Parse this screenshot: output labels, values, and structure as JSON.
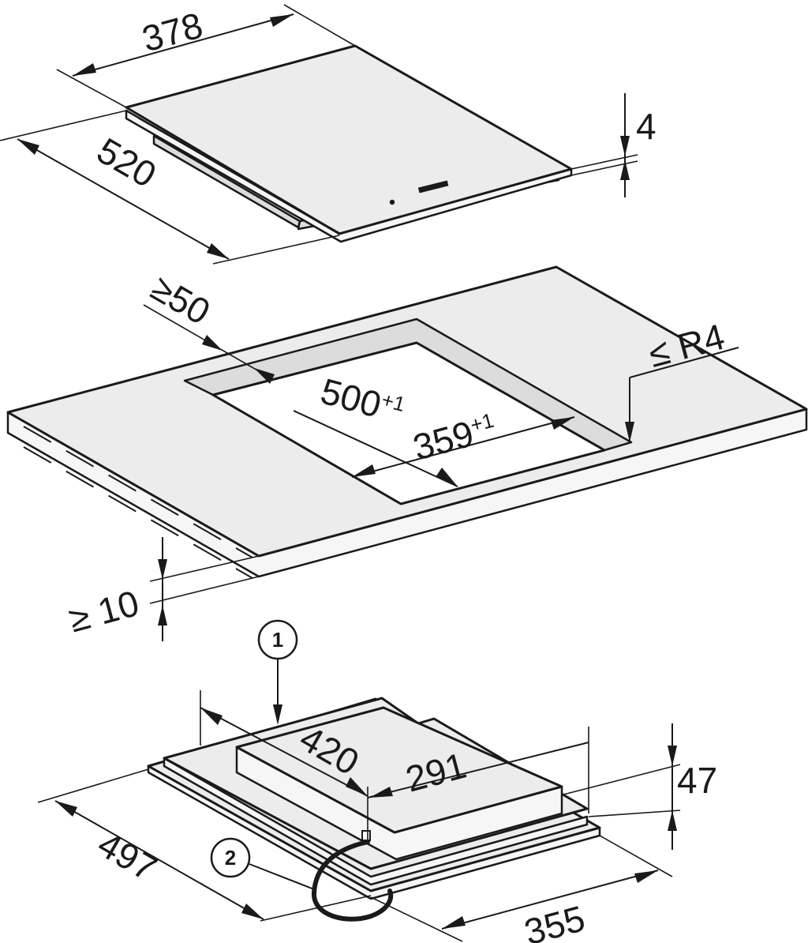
{
  "hob": {
    "width": "378",
    "depth": "520",
    "thickness": "4"
  },
  "cutout": {
    "min_front_distance": "≥50",
    "depth": "500",
    "depth_tolerance": "+1",
    "width": "359",
    "width_tolerance": "+1",
    "corner_radius": "≤ R4",
    "min_countertop": "≥ 10"
  },
  "underside": {
    "width_bottom": "420",
    "depth_bottom": "291",
    "height": "47",
    "overall_depth": "497",
    "overall_width": "355"
  },
  "callouts": {
    "one": "1",
    "two": "2"
  }
}
